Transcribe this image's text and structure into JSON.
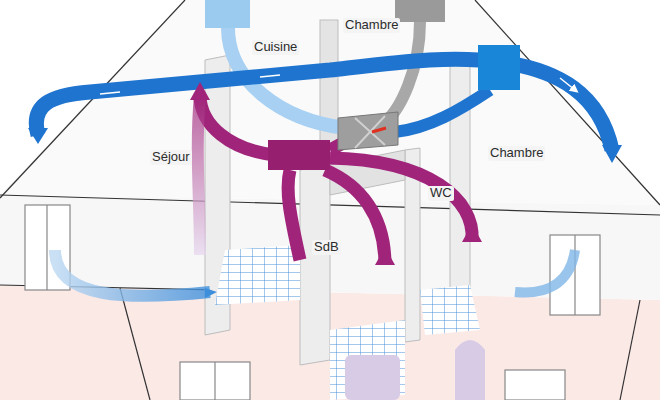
{
  "diagram": {
    "labels": [
      "Chambre",
      "Cuisine",
      "Séjour",
      "Chambre",
      "WC",
      "SdB"
    ]
  }
}
